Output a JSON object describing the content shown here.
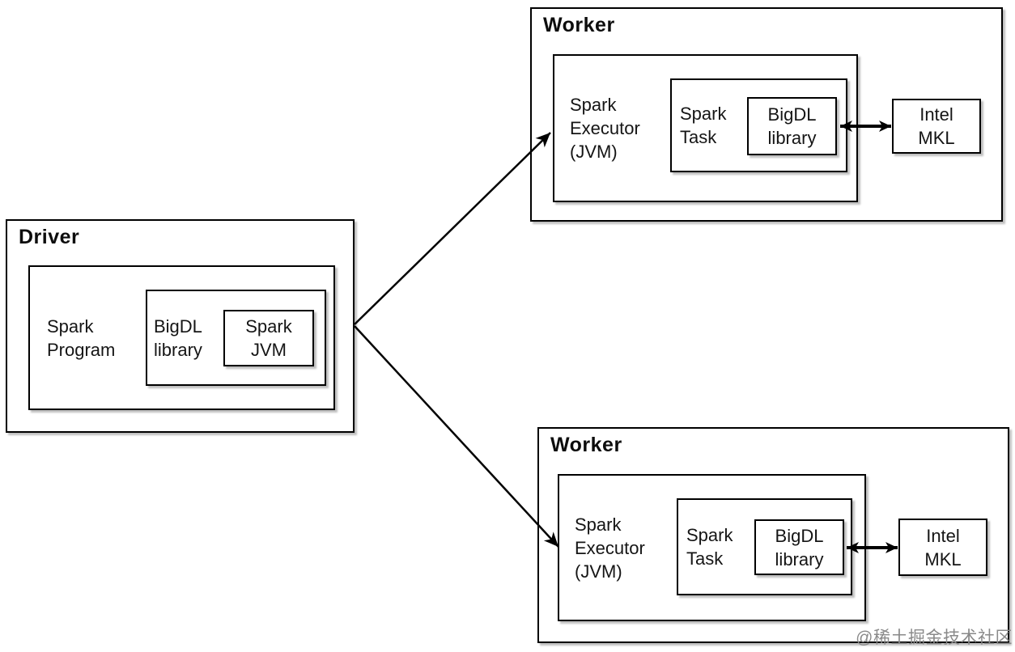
{
  "page": {
    "background": "#ffffff",
    "line_color": "#000000",
    "watermark": {
      "text": "@稀土掘金技术社区",
      "color": "#8a8a8a"
    }
  },
  "driver": {
    "title": "Driver",
    "program": {
      "line1": "Spark",
      "line2": "Program"
    },
    "bigdl": {
      "line1": "BigDL",
      "line2": "library"
    },
    "jvm": {
      "line1": "Spark",
      "line2": "JVM"
    }
  },
  "workers": [
    {
      "title": "Worker",
      "executor": {
        "line1": "Spark",
        "line2": "Executor",
        "line3": "(JVM)"
      },
      "task": {
        "line1": "Spark",
        "line2": "Task"
      },
      "bigdl": {
        "line1": "BigDL",
        "line2": "library"
      },
      "mkl": {
        "line1": "Intel",
        "line2": "MKL"
      }
    },
    {
      "title": "Worker",
      "executor": {
        "line1": "Spark",
        "line2": "Executor",
        "line3": "(JVM)"
      },
      "task": {
        "line1": "Spark",
        "line2": "Task"
      },
      "bigdl": {
        "line1": "BigDL",
        "line2": "library"
      },
      "mkl": {
        "line1": "Intel",
        "line2": "MKL"
      }
    }
  ],
  "connections": {
    "driver_to_worker1": "driver -> worker-1 executor",
    "driver_to_worker2": "driver -> worker-2 executor",
    "worker1_bigdl_mkl": "bigdl <-> intel-mkl",
    "worker2_bigdl_mkl": "bigdl <-> intel-mkl"
  }
}
